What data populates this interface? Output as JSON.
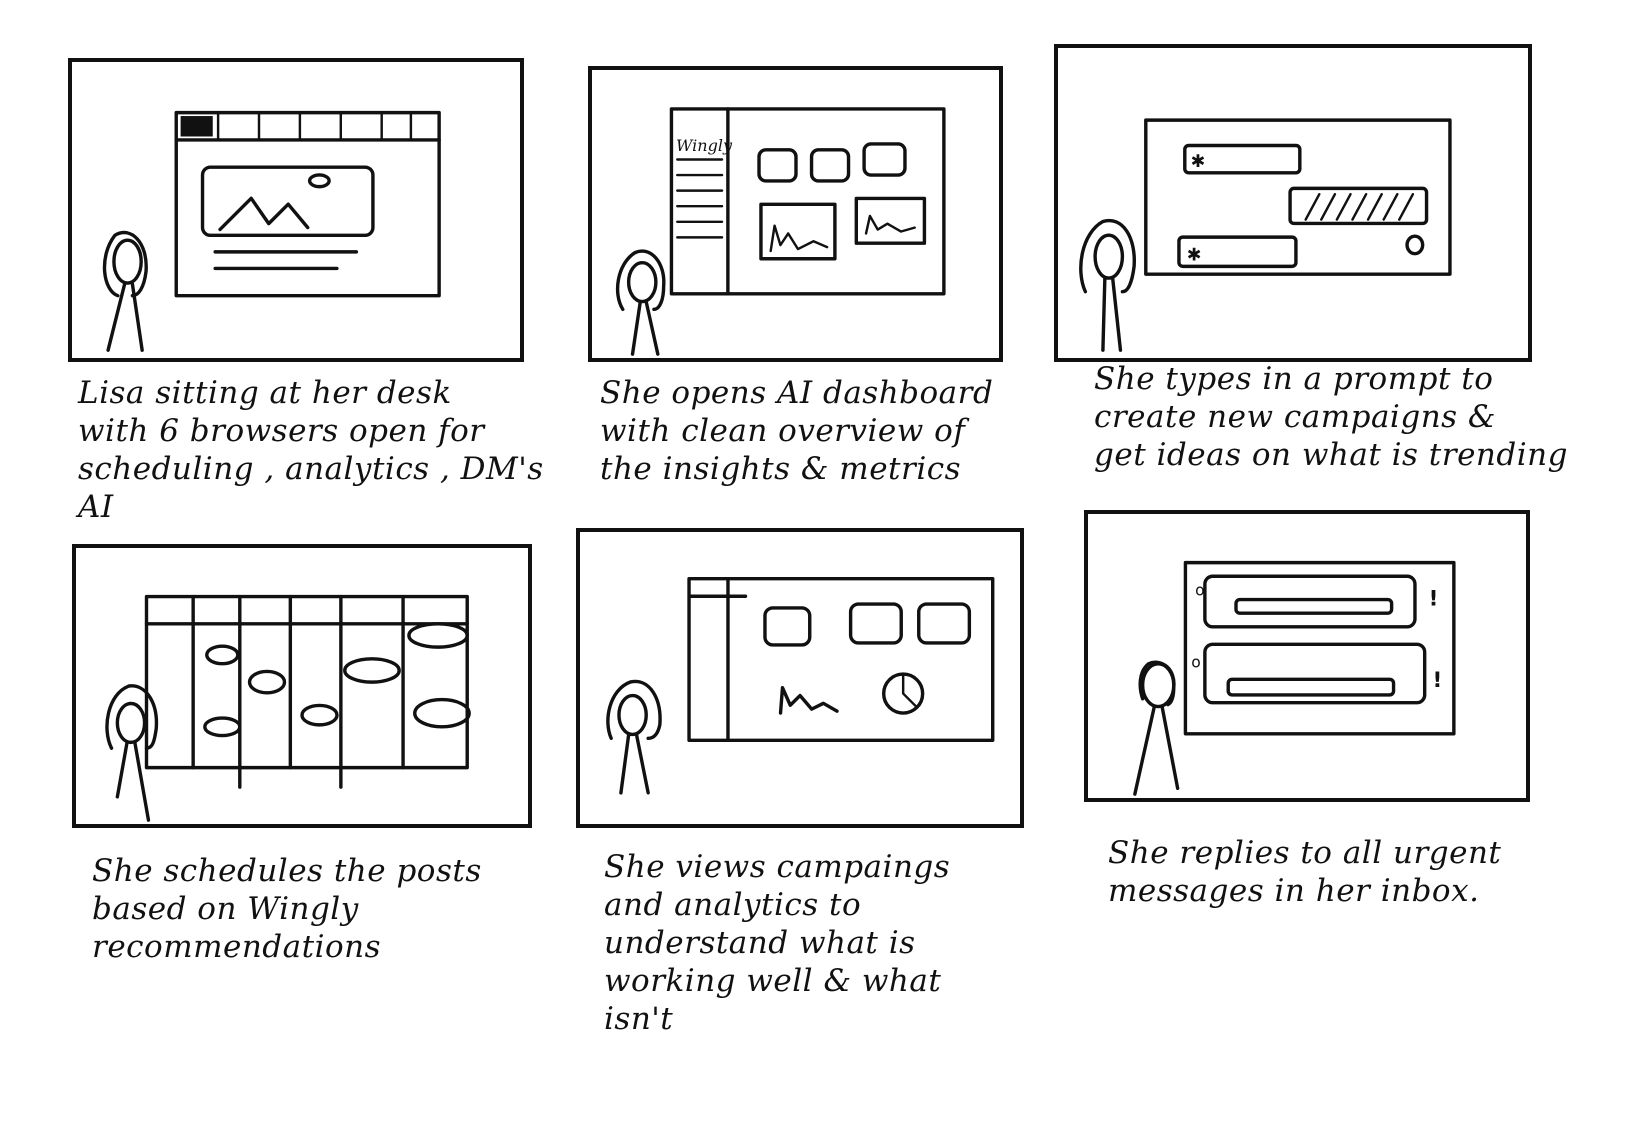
{
  "storyboard": {
    "panels": [
      {
        "caption_lines": [
          "Lisa sitting at her desk",
          "with 6 browsers open for",
          "scheduling , analytics , DM's",
          "AI"
        ]
      },
      {
        "caption_lines": [
          "She opens AI dashboard",
          "with clean overview of",
          "the insights & metrics"
        ],
        "logo": "Wingly"
      },
      {
        "caption_lines": [
          "She types in a prompt to",
          "create new campaigns &",
          "get ideas on what is trending"
        ]
      },
      {
        "caption_lines": [
          "She schedules the posts",
          "based on Wingly",
          "recommendations"
        ]
      },
      {
        "caption_lines": [
          "She views campaings",
          "and analytics to",
          "understand what is",
          "working well & what",
          "isn't"
        ]
      },
      {
        "caption_lines": [
          "She replies to all urgent",
          "messages in her inbox."
        ]
      }
    ]
  }
}
